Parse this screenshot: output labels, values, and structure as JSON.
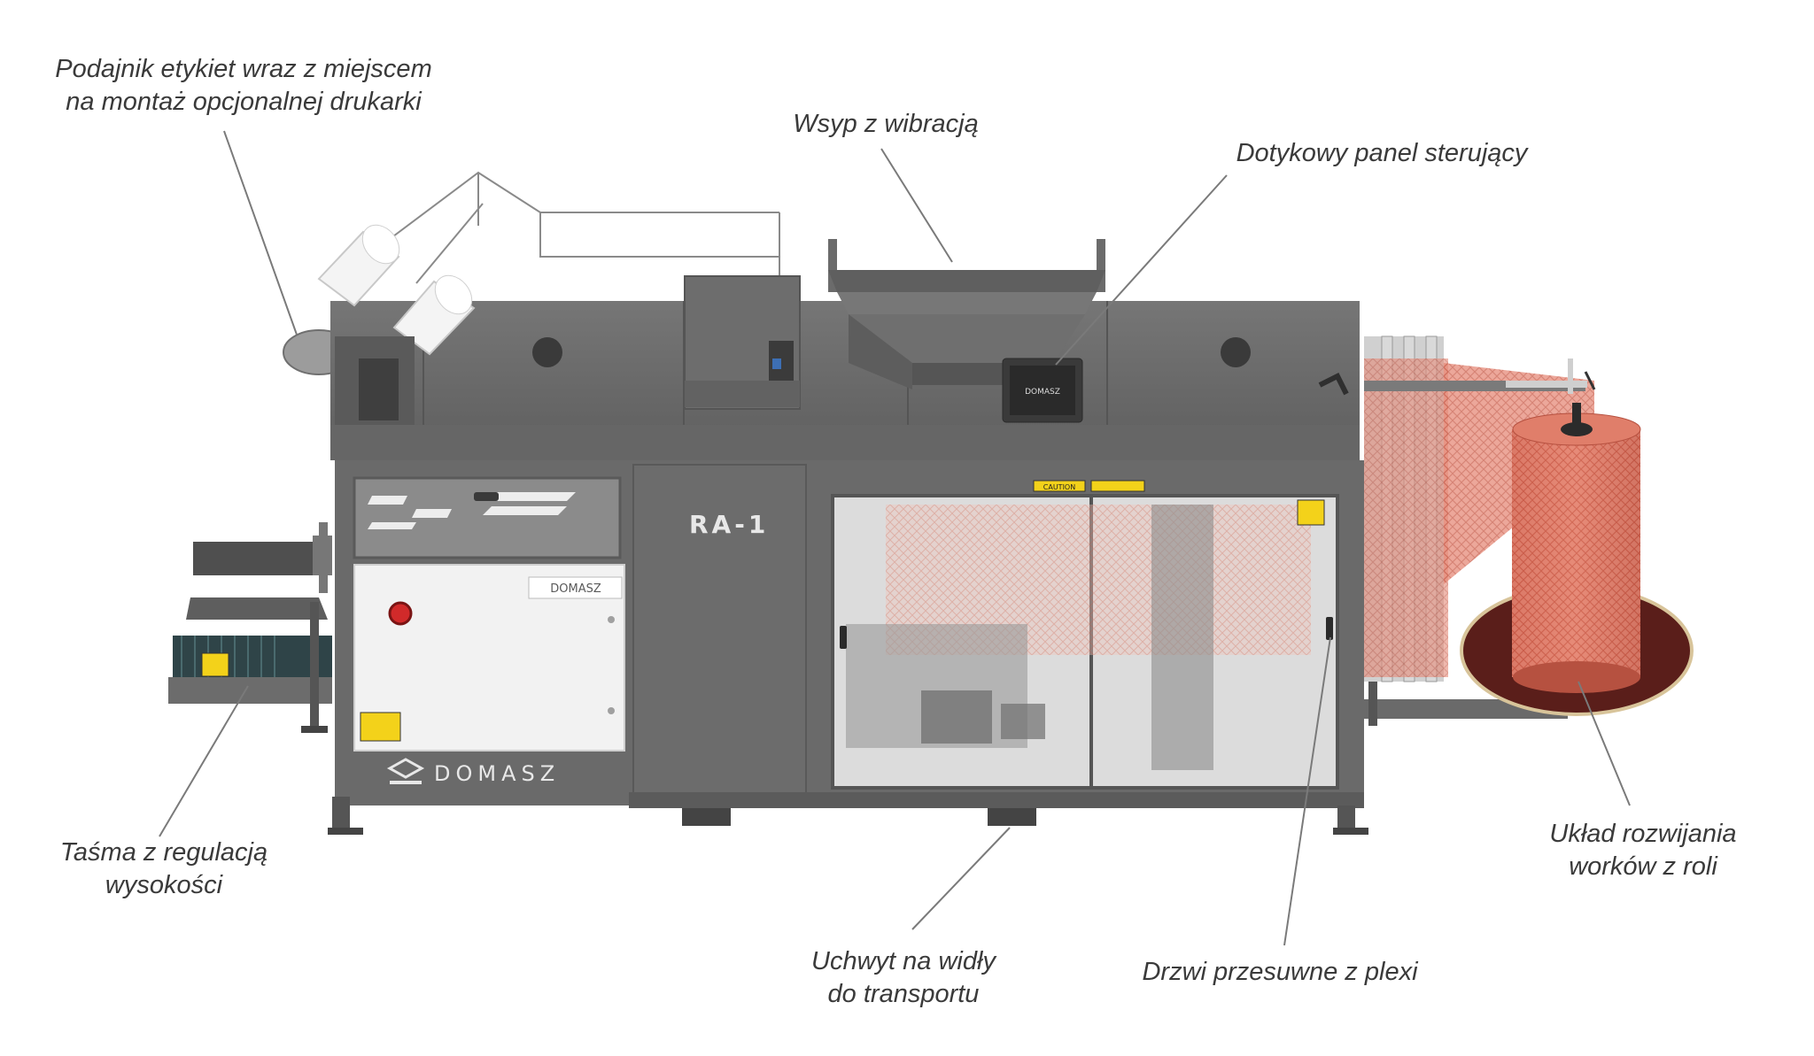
{
  "callouts": {
    "label_feeder": {
      "line1": "Podajnik etykiet wraz z miejscem",
      "line2": "na montaż opcjonalnej drukarki"
    },
    "vibration_hopper": {
      "line1": "Wsyp z wibracją"
    },
    "touch_panel": {
      "line1": "Dotykowy panel sterujący"
    },
    "conveyor": {
      "line1": "Taśma z regulacją",
      "line2": "wysokości"
    },
    "fork_holder": {
      "line1": "Uchwyt na widły",
      "line2": "do transportu"
    },
    "sliding_doors": {
      "line1": "Drzwi przesuwne z plexi"
    },
    "bag_unwinder": {
      "line1": "Układ rozwijania",
      "line2": "worków z roli"
    }
  },
  "machine": {
    "model": "RA-1",
    "brand": "DOMASZ",
    "caution_label": "CAUTION"
  },
  "colors": {
    "machine_body": "#6b6b6b",
    "machine_dark": "#4f4f4f",
    "control_cabinet": "#f2f2f2",
    "net_roll": "#d9735f",
    "turntable": "#5a1e1a",
    "callout_text": "#3a3a3a"
  }
}
